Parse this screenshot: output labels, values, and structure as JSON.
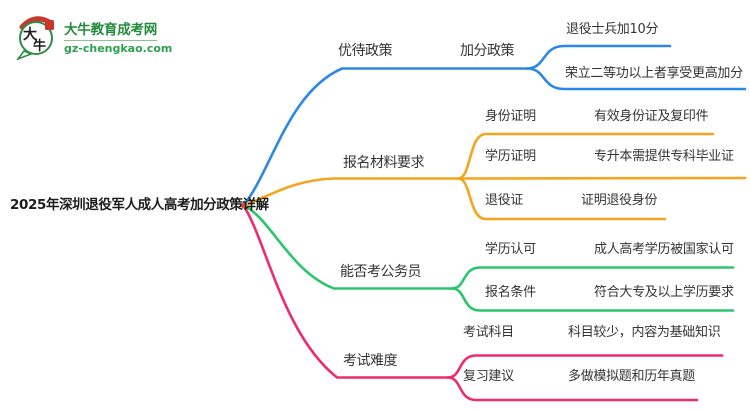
{
  "logo": {
    "icon_char_1": "大",
    "icon_char_2": "牛",
    "title": "大牛教育成考网",
    "subtitle": "gz-chengkao.com",
    "brand_green": "#218A3C",
    "accent_red": "#C9372B"
  },
  "root": {
    "label": "2025年深圳退役军人成人高考加分政策详解",
    "dot_color": "#E2483D"
  },
  "branches": [
    {
      "label": "优待政策",
      "color": "#2E87E5",
      "children": [
        {
          "label": "加分政策",
          "leaves": [
            "退役士兵加10分",
            "荣立二等功以上者享受更高加分"
          ]
        }
      ]
    },
    {
      "label": "报名材料要求",
      "color": "#F5A51D",
      "children": [
        {
          "label": "身份证明",
          "desc": "有效身份证及复印件"
        },
        {
          "label": "学历证明",
          "desc": "专升本需提供专科毕业证"
        },
        {
          "label": "退役证",
          "desc": "证明退役身份"
        }
      ]
    },
    {
      "label": "能否考公务员",
      "color": "#2BC56C",
      "children": [
        {
          "label": "学历认可",
          "desc": "成人高考学历被国家认可"
        },
        {
          "label": "报名条件",
          "desc": "符合大专及以上学历要求"
        }
      ]
    },
    {
      "label": "考试难度",
      "color": "#EE2A70",
      "children": [
        {
          "label": "考试科目",
          "desc": "科目较少，内容为基础知识"
        },
        {
          "label": "复习建议",
          "desc": "多做模拟题和历年真题"
        }
      ]
    }
  ]
}
